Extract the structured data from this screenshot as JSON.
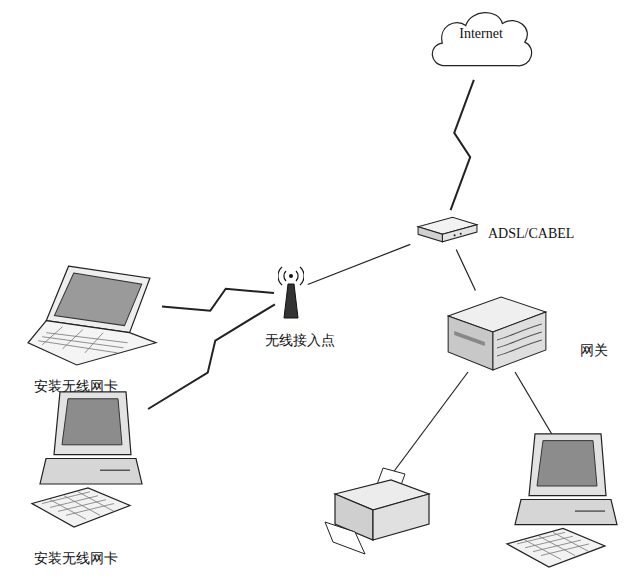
{
  "diagram": {
    "nodes": [
      {
        "text": [
          "Internet"
        ]
      },
      {
        "text": [
          "ADSL/CABEL"
        ]
      },
      {
        "text": [
          "网关"
        ]
      },
      {
        "text": [
          "无线接入点"
        ]
      },
      {
        "text": [
          "安装无线网卡"
        ]
      },
      {
        "text": [
          "安装无线网卡"
        ]
      }
    ],
    "edges": [
      {
        "from": 0,
        "to": 1,
        "arrow": "none"
      },
      {
        "from": 1,
        "to": 3,
        "arrow": "none"
      },
      {
        "from": 1,
        "to": 2,
        "arrow": "none"
      },
      {
        "from": 3,
        "to": 4,
        "arrow": "none"
      },
      {
        "from": 3,
        "to": 5,
        "arrow": "none"
      }
    ]
  }
}
